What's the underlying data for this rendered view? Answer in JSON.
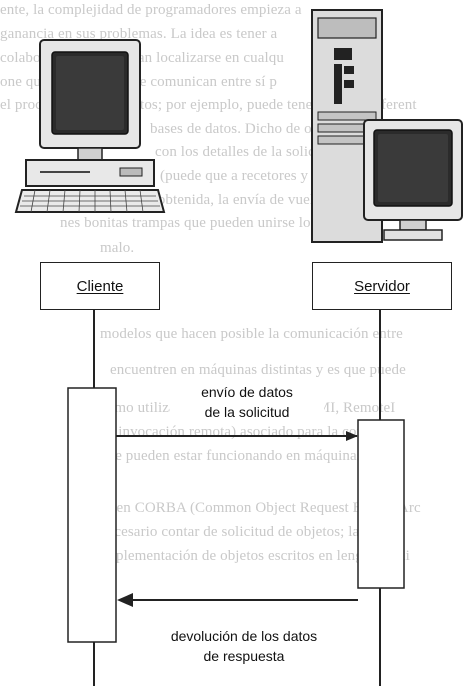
{
  "background_text": [
    "ente, la complejidad de programadores empieza a",
    "ganancia en sus problemas. La idea es tener a",
    "colaboración que puedan localizarse en cualqu",
    "one que estos objetos se comunican entre sí p",
    "el procesamiento de datos; por ejemplo, puede tener objetos diferent",
    "bases de datos. Dicho de otro modo, un",
    "con los detalles de la solicitud de obje",
    "(puede que a recetores y el envío de",
    "objeto) una vez obtenida, la envía de vuelta",
    "nes bonitas trampas que pueden unirse los",
    "malo.",
    "modelos que hacen posible la comunicación entre",
    "encuentren en máquinas distintas y es que puede",
    "como utiliza objetos remotos y el RMI, RemoteI",
    "de invocación remota) asociado para la comu",
    "que pueden estar funcionando en máquinas distin",
    "es en CORBA (Common Object Request Broker Arc",
    "necesario contar de solicitud de objetos; la arquit",
    "implementación de objetos escritos en lenguajes di"
  ],
  "diagram": {
    "client_label": "Cliente",
    "server_label": "Servidor",
    "request_message": [
      "envío de datos",
      "de la solicitud"
    ],
    "response_message": [
      "devolución de los datos",
      "de respuesta"
    ]
  },
  "colors": {
    "ink": "#222222",
    "screen": "#2b2b2b",
    "background_text": "#c9c9c9"
  },
  "icons": [
    "desktop-computer-icon",
    "server-tower-icon"
  ]
}
